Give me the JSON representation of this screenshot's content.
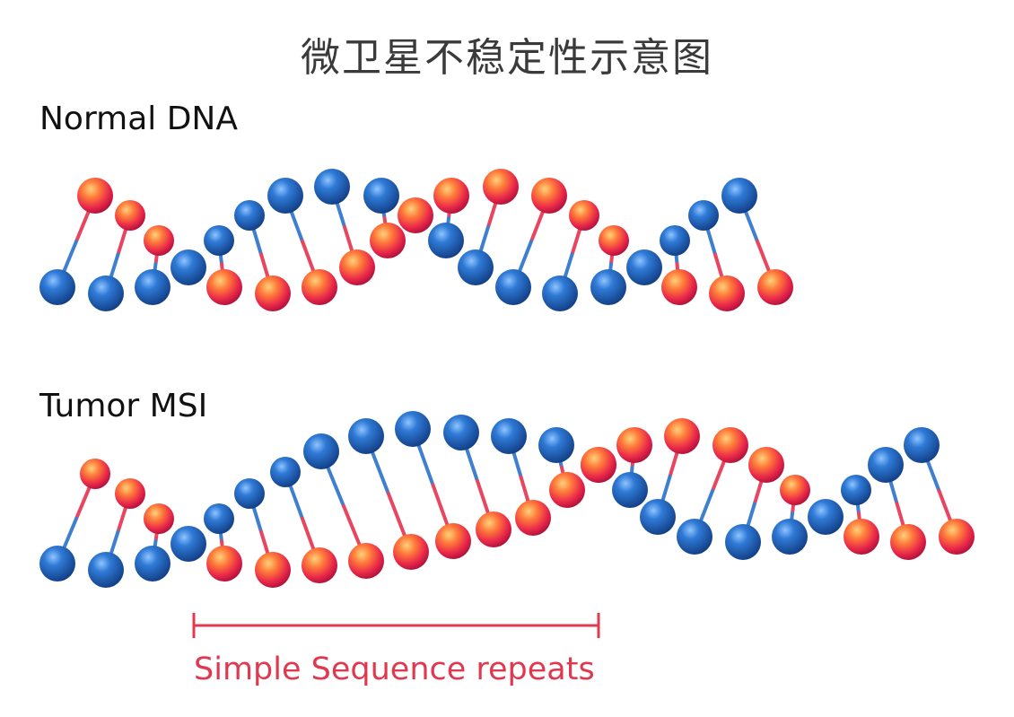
{
  "title": "微卫星不稳定性示意图",
  "normal_label": "Normal DNA",
  "tumor_label": "Tumor MSI",
  "repeat_label": "Simple Sequence repeats",
  "colors": {
    "blue_base": "#1f5fb0",
    "red_base": "#e8264a",
    "bracket": "#e23a4e"
  }
}
